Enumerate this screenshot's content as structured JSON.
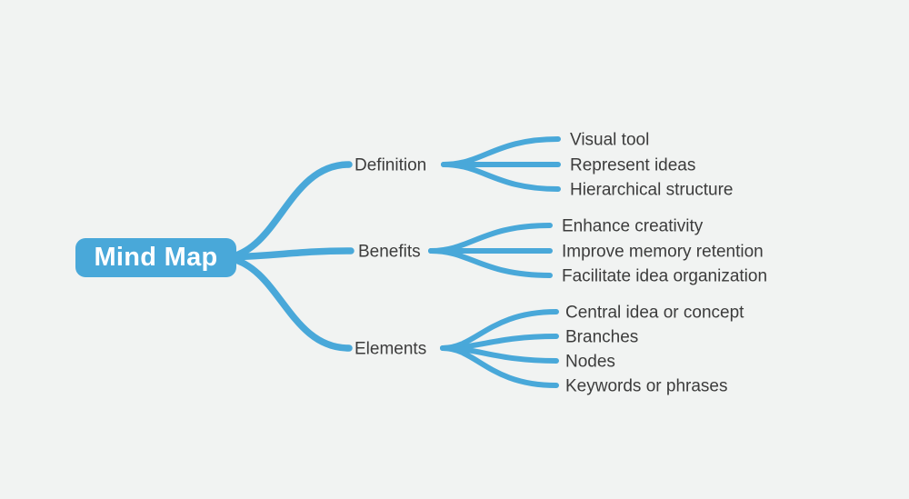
{
  "canvas": {
    "background_color": "#f1f3f2"
  },
  "colors": {
    "accent": "#49a8d9",
    "label_text": "#3c3c3c",
    "root_text": "#ffffff"
  },
  "root": {
    "label": "Mind Map"
  },
  "branches": [
    {
      "label": "Definition",
      "children": [
        "Visual tool",
        "Represent ideas",
        "Hierarchical structure"
      ]
    },
    {
      "label": "Benefits",
      "children": [
        "Enhance creativity",
        "Improve memory retention",
        "Facilitate idea organization"
      ]
    },
    {
      "label": "Elements",
      "children": [
        "Central idea or concept",
        "Branches",
        "Nodes",
        "Keywords or phrases"
      ]
    }
  ]
}
